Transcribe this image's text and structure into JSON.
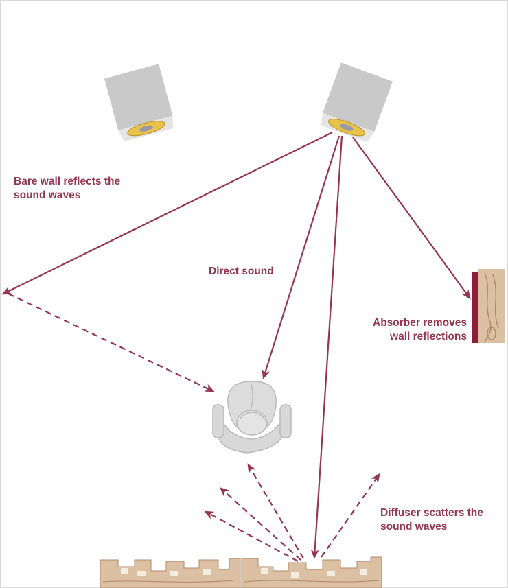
{
  "labels": {
    "bare_wall": [
      "Bare wall reflects the",
      "sound waves"
    ],
    "direct_sound": "Direct sound",
    "absorber": [
      "Absorber removes",
      "wall reflections"
    ],
    "diffuser": [
      "Diffuser scatters the",
      "sound waves"
    ]
  },
  "colors": {
    "accent": "#95354f",
    "speaker_gray": "#c8c8c8",
    "speaker_cone": "#e8c24a",
    "wood": "#dcc0a4",
    "absorber_edge": "#8b1f3a",
    "listener_gray": "#d5d5d5"
  },
  "icons": {
    "left_speaker": "speaker-icon",
    "right_speaker": "speaker-icon",
    "listener": "listener-icon",
    "absorber_panel": "wood-absorber-icon",
    "diffuser_panel": "wood-diffuser-icon"
  }
}
